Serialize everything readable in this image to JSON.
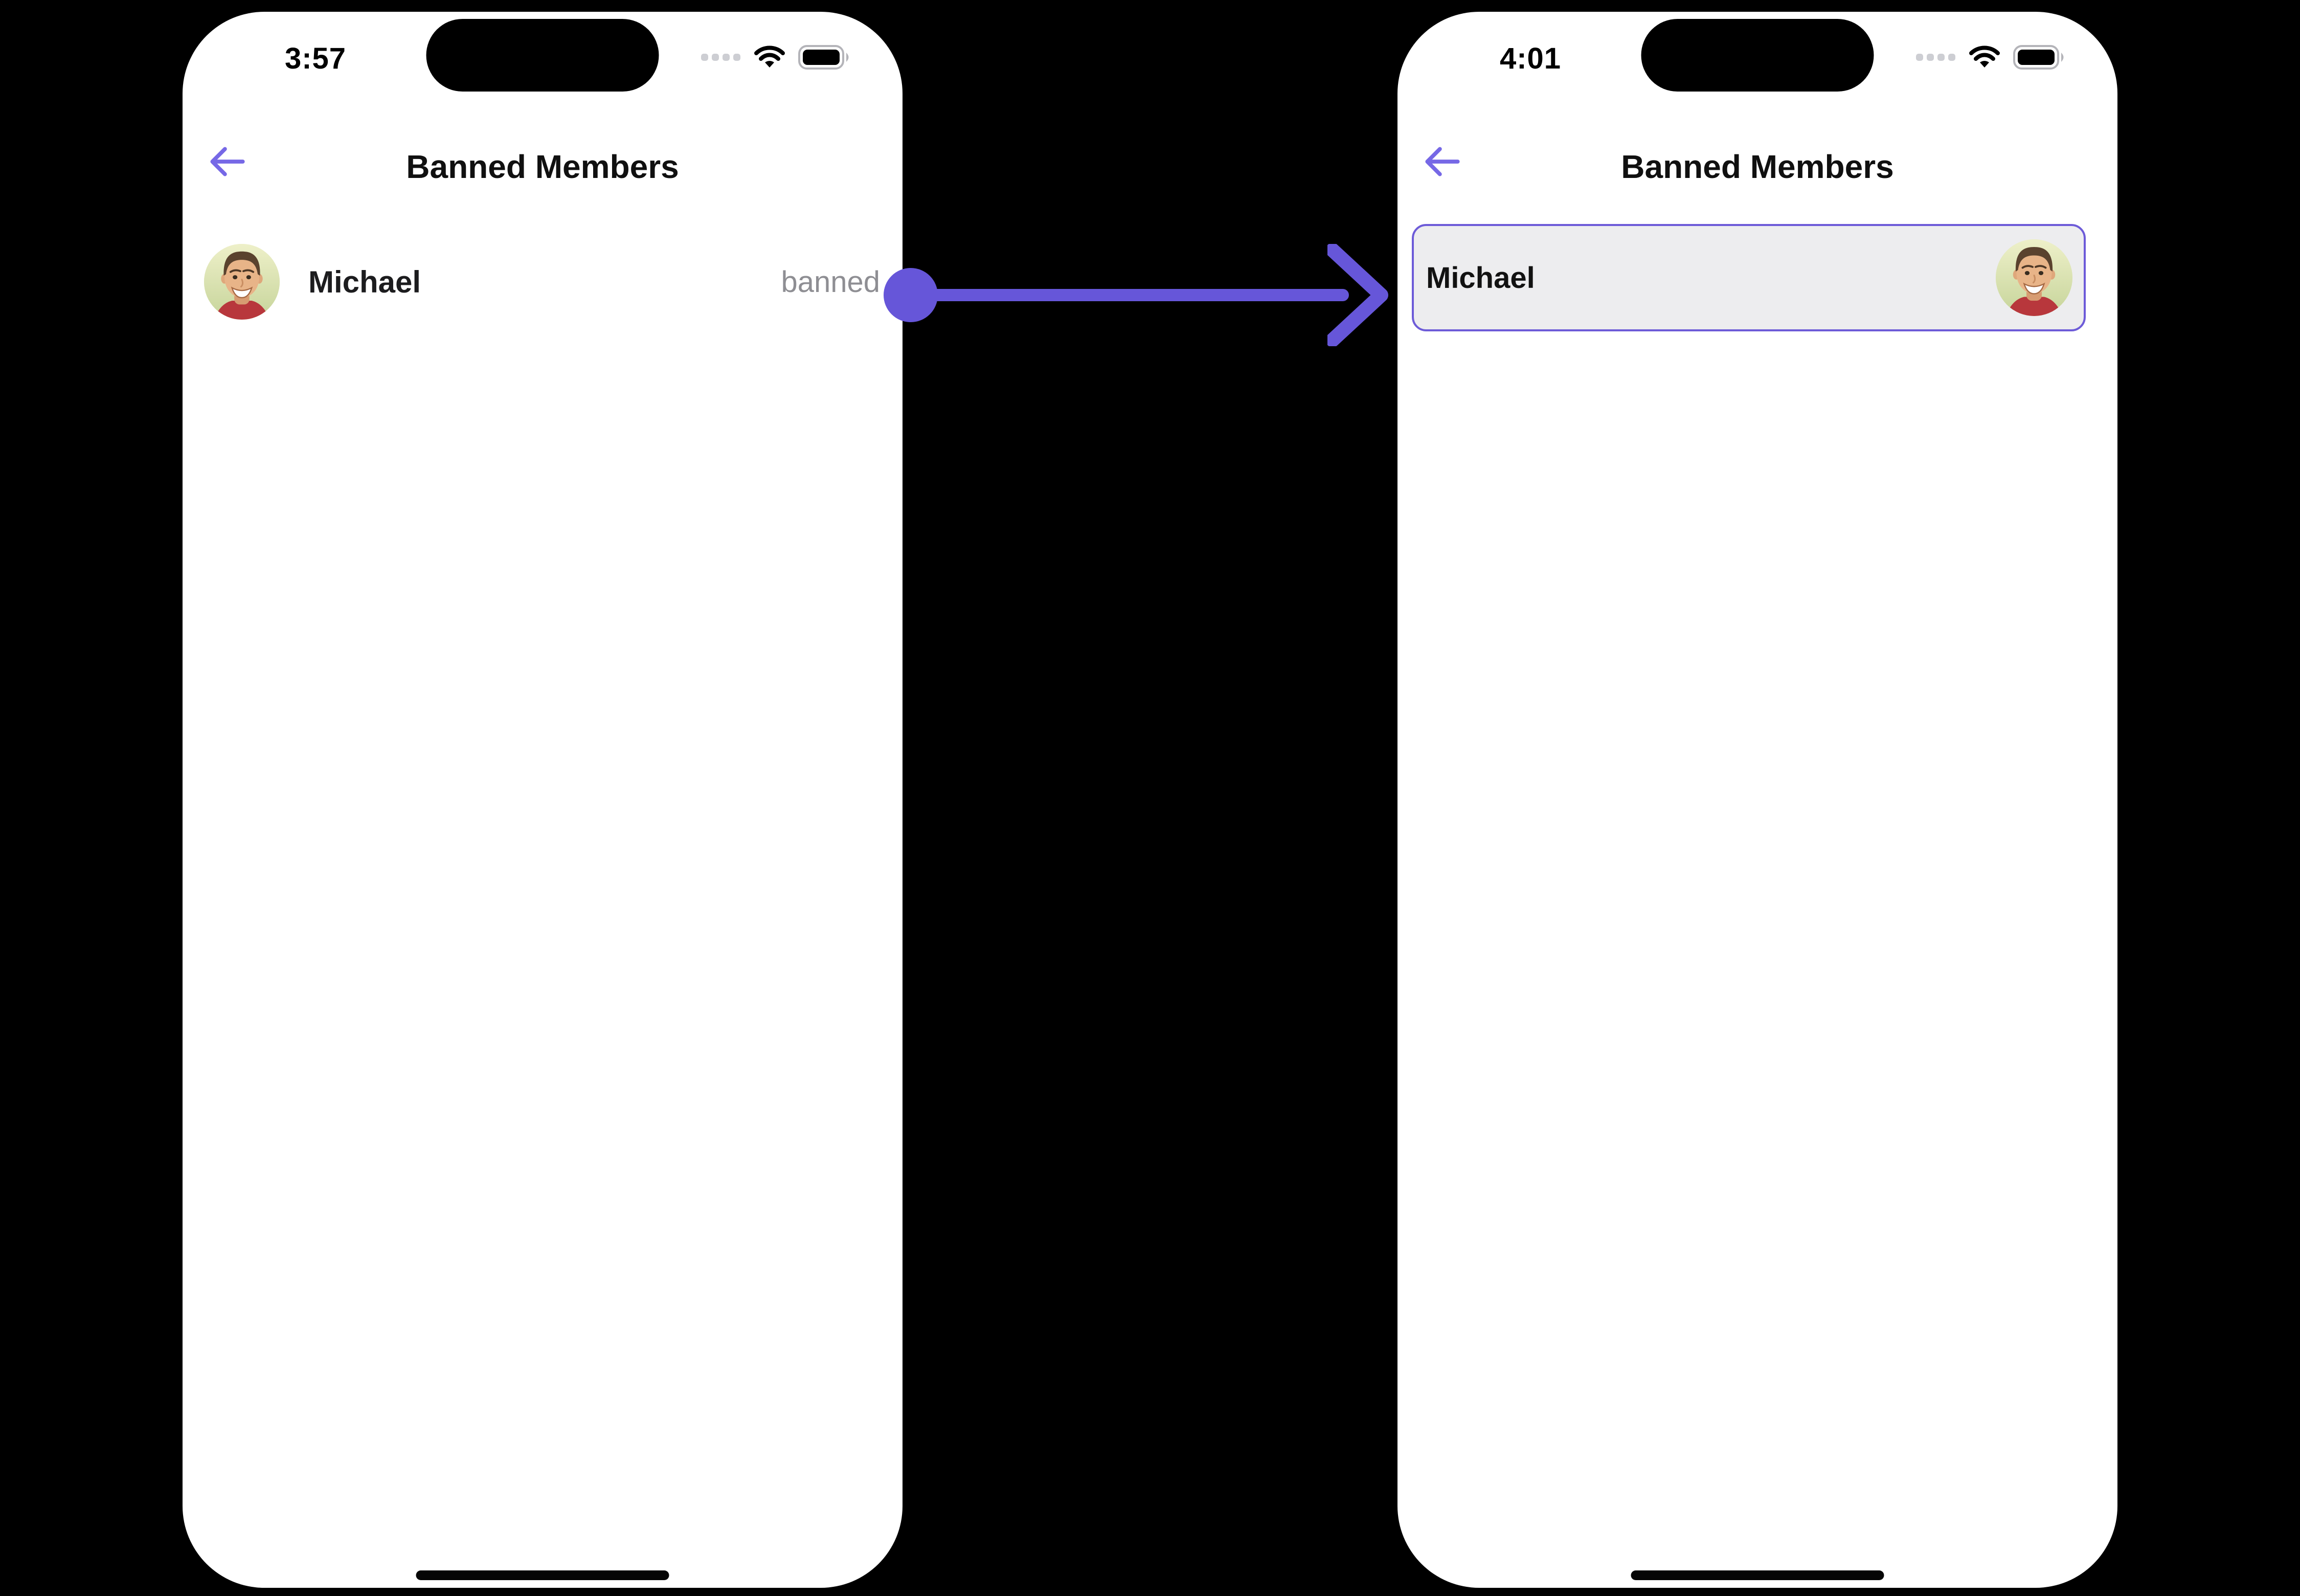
{
  "left_phone": {
    "status_bar": {
      "time": "3:57"
    },
    "nav": {
      "title": "Banned Members"
    },
    "members": [
      {
        "name": "Michael",
        "badge": "banned"
      }
    ]
  },
  "right_phone": {
    "status_bar": {
      "time": "4:01"
    },
    "nav": {
      "title": "Banned Members"
    },
    "selected_member": {
      "name": "Michael"
    }
  },
  "icons": {
    "back": "arrow-left-icon",
    "cellular": "cellular-signal-dots-icon",
    "wifi": "wifi-icon",
    "battery": "battery-full-icon",
    "home": "home-indicator",
    "avatar": "michael-profile-photo",
    "connector": "flow-arrow-right"
  },
  "colors": {
    "page_background": "#000000",
    "phone_background": "#FFFFFF",
    "connector_purple": "#6656D9",
    "back_arrow_purple": "#7668E6",
    "card_border_purple": "#6D5BD8",
    "card_background": "#EDEDEF",
    "banned_text_gray": "#8E8E93",
    "status_dots_gray": "#CDCED3"
  }
}
